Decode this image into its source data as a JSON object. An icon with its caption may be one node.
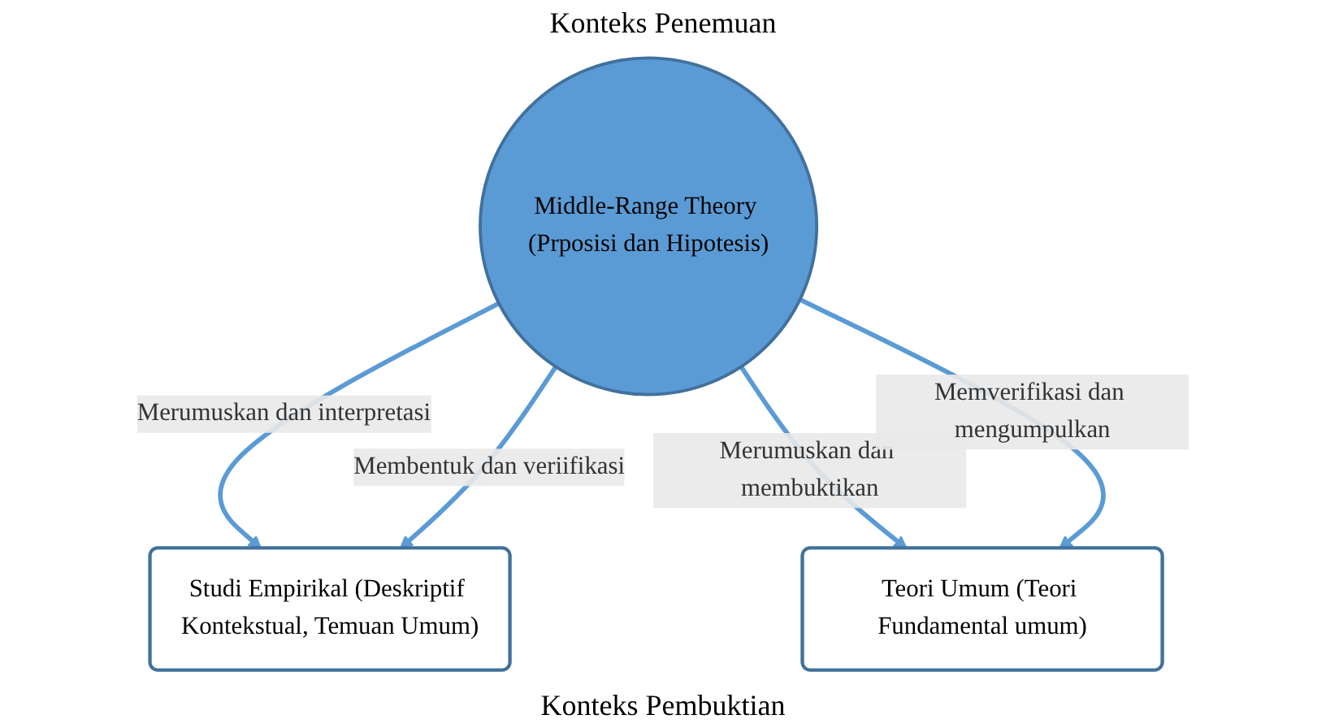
{
  "diagram": {
    "nodes": [
      {
        "text": [
          "Studi Empirikal (Deskriptif Kontekstual, Temuan Umum)"
        ]
      },
      {
        "text": [
          "Middle-Range Theory (Prposisi dan Hipotesis)"
        ]
      },
      {
        "text": [
          "Teori Umum (Teori Fundamental umum)"
        ]
      }
    ],
    "edges": [
      {
        "from": 1,
        "to": 0,
        "arrow": "to",
        "label": "Merumuskan dan interpretasi"
      },
      {
        "from": 1,
        "to": 2,
        "arrow": "to",
        "label": "Merumuskan dan membuktikan"
      },
      {
        "from": 1,
        "to": 0,
        "arrow": "to",
        "label": "Membentuk dan veriifikasi"
      },
      {
        "from": 1,
        "to": 2,
        "arrow": "to",
        "label": "Memverifikasi dan mengumpulkan"
      }
    ],
    "labels": [
      "Konteks Penemuan",
      "Konteks Pembuktian"
    ]
  }
}
